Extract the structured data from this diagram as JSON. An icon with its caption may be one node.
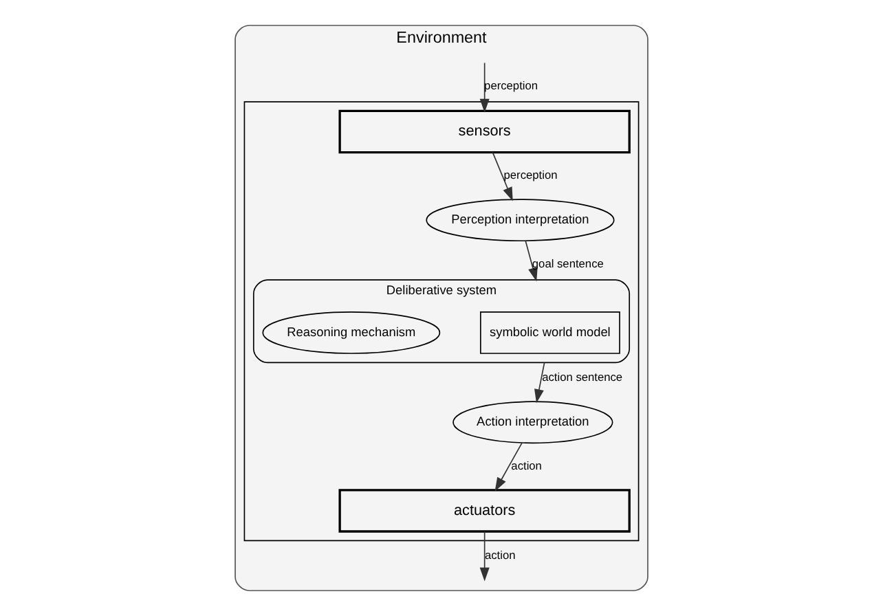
{
  "diagram": {
    "nodes": [
      {
        "text": [
          "Environment"
        ]
      },
      {
        "text": [],
        "shape": "box",
        "in": 0
      },
      {
        "text": [
          "sensors"
        ],
        "in": 1
      },
      {
        "text": [
          "Perception interpretation"
        ],
        "in": 1
      },
      {
        "text": [
          "Deliberative system"
        ],
        "in": 1
      },
      {
        "text": [
          "symbolic world model"
        ],
        "in": 4
      },
      {
        "text": [
          "Reasoning mechanism"
        ],
        "in": 4
      },
      {
        "text": [
          "Action interpretation"
        ],
        "in": 1
      },
      {
        "text": [
          "actuators"
        ],
        "in": 1
      }
    ],
    "edges": [
      {
        "from": null,
        "to": 2,
        "arrow": "to",
        "label": "perception"
      },
      {
        "from": 2,
        "to": 3,
        "arrow": "to",
        "label": "perception"
      },
      {
        "from": 3,
        "to": 4,
        "arrow": "to",
        "label": "goal sentence"
      },
      {
        "from": 4,
        "to": 7,
        "arrow": "to",
        "label": "action sentence"
      },
      {
        "from": 7,
        "to": 8,
        "arrow": "to",
        "label": "action"
      },
      {
        "from": 8,
        "to": null,
        "arrow": "to",
        "label": "action"
      }
    ]
  }
}
